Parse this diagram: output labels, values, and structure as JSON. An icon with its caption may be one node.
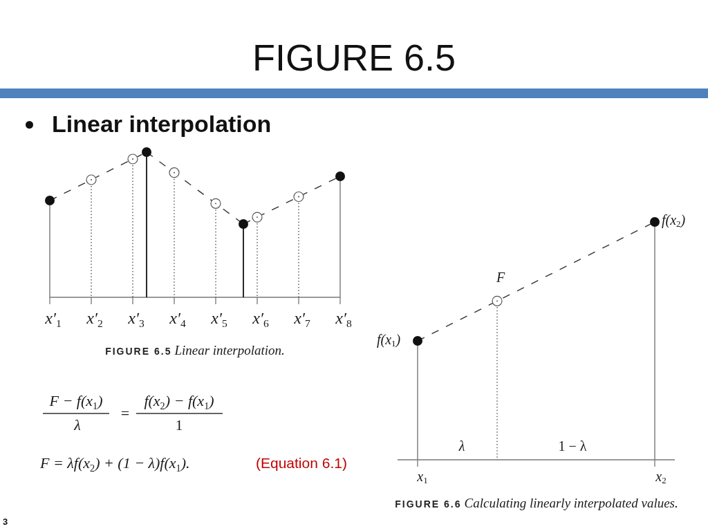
{
  "diagram": {
    "title": "FIGURE 6.5",
    "nodes": [
      {
        "text": [],
        "shape": "bar"
      }
    ],
    "labels": [
      "Linear interpolation",
      "x′$_{1}$",
      "x′$_{2}$",
      "x′$_{3}$",
      "x′$_{4}$",
      "x′$_{5}$",
      "x′$_{6}$",
      "x′$_{7}$",
      "x′$_{8}$",
      "**FIGURE 6.5** *Linear interpolation.*",
      "F − f(x$_{1}$)",
      "=",
      "f(x$_{2}$) − f(x$_{1}$)",
      "λ",
      "1",
      "F = λf(x$_{2}$) + (1 − λ)f(x$_{1}$).",
      "(Equation 6.1)",
      "f(x$_{2}$)",
      "F",
      "f(x$_{1}$)",
      "λ",
      "1 − λ",
      "x$_{1}$",
      "x$_{2}$",
      "**FIGURE 6.6** *Calculating linearly interpolated values.*",
      "3"
    ]
  }
}
